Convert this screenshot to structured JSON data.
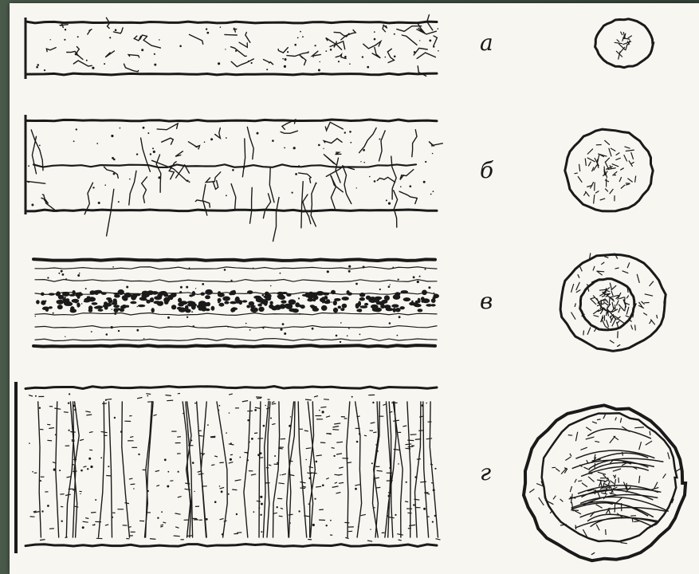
{
  "labels": [
    {
      "id": "a",
      "text": "а"
    },
    {
      "id": "b",
      "text": "б"
    },
    {
      "id": "v",
      "text": "в"
    },
    {
      "id": "g",
      "text": "г"
    }
  ],
  "colors": {
    "ink": "#1a1a1a",
    "paper": "#f7f6f1",
    "border": "#3c4a3e"
  }
}
